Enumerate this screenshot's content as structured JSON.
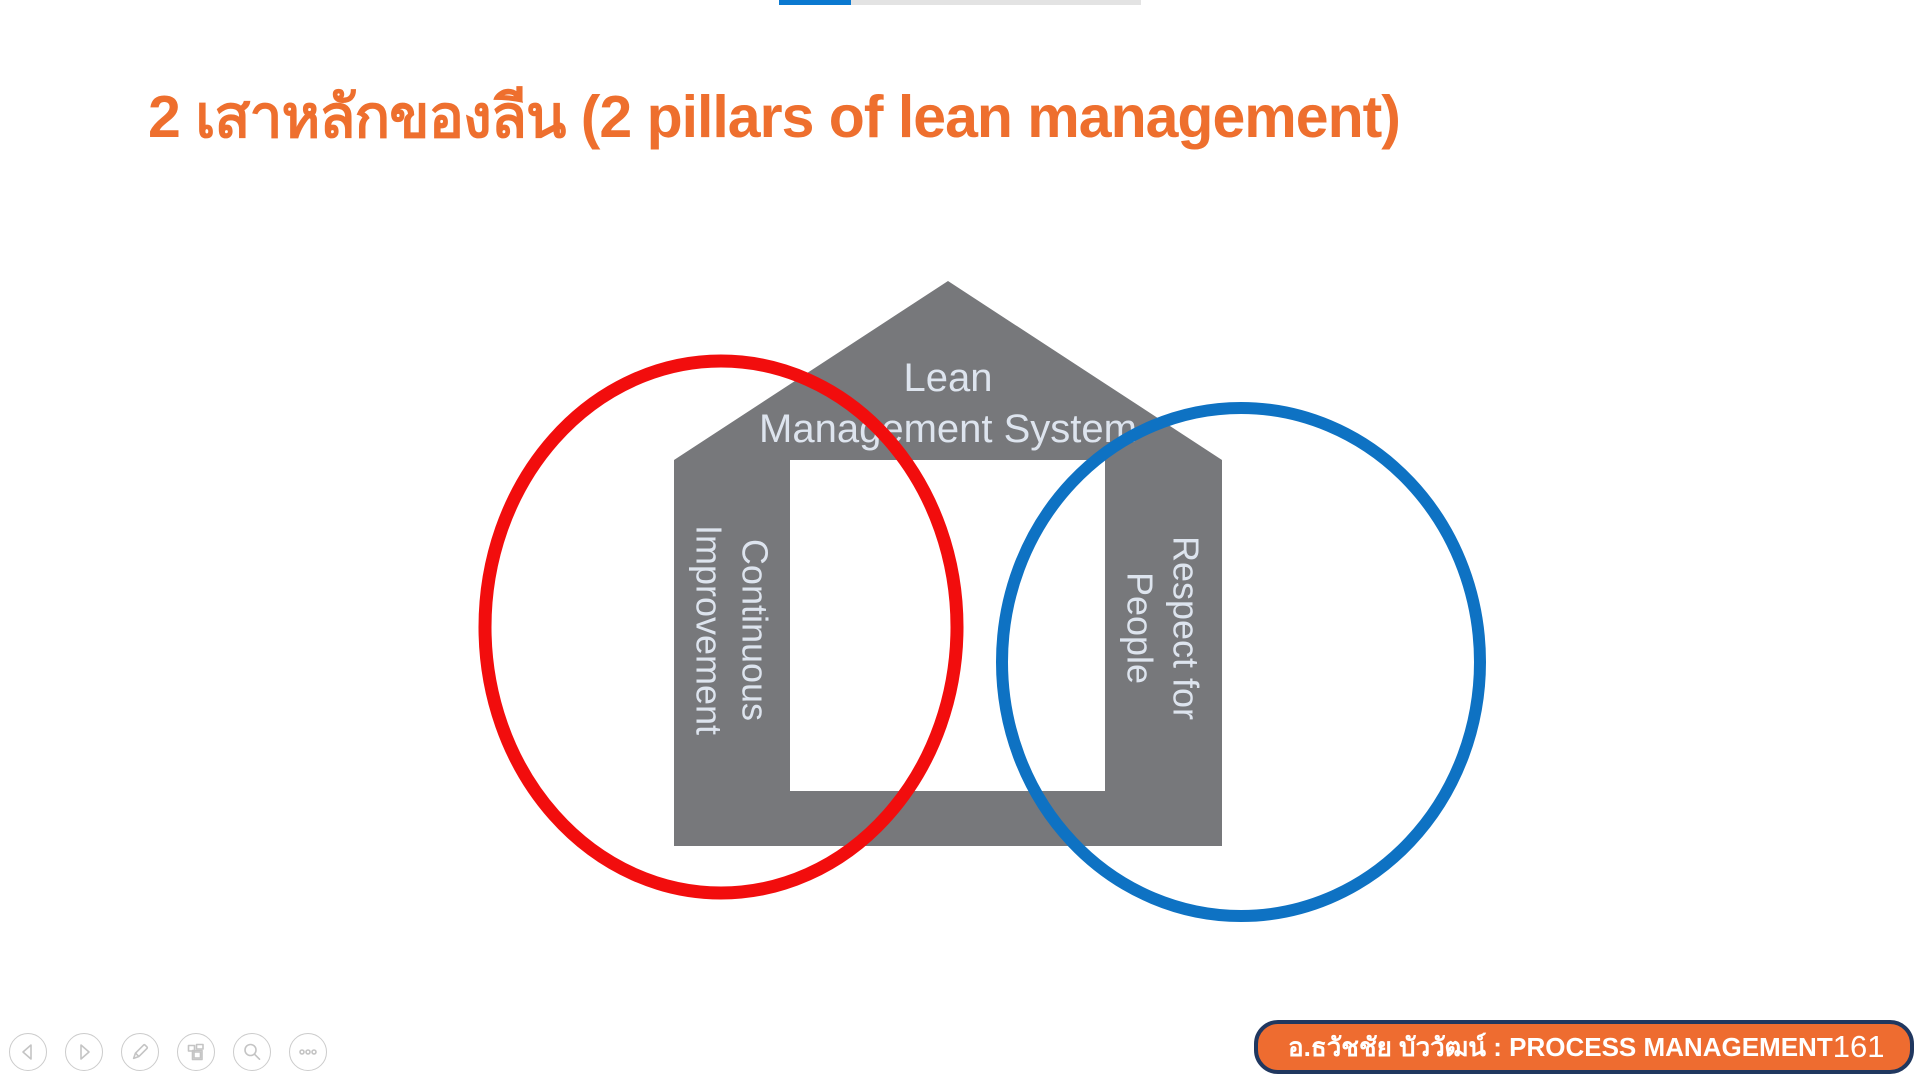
{
  "colors": {
    "title_orange": "#ee6f2e",
    "house_gray": "#77787b",
    "house_text": "#dde4ee",
    "red_circle": "#f20d0d",
    "blue_circle": "#0e72c3",
    "progress_blue": "#0b79d0",
    "progress_track_gray": "#e3e3e3",
    "badge_orange": "#ee6c30",
    "badge_border_navy": "#20375f",
    "control_icon_gray": "#c4c4c4"
  },
  "progress": {
    "percent_complete": 20
  },
  "slide": {
    "title": "2 เสาหลักของลีน (2 pillars of lean management)",
    "house": {
      "roof_line1": "Lean",
      "roof_line2": "Management System",
      "left_pillar_line1": "Continuous",
      "left_pillar_line2": "Improvement",
      "right_pillar_line1": "Respect for",
      "right_pillar_line2": "People"
    }
  },
  "footer": {
    "badge_text": "อ.ธวัชชัย บัววัฒน์ : PROCESS MANAGEMENT",
    "page_number": "161",
    "controls": [
      "previous-slide",
      "next-slide",
      "pen-annotate",
      "slide-overview",
      "zoom-search",
      "more-options"
    ]
  }
}
